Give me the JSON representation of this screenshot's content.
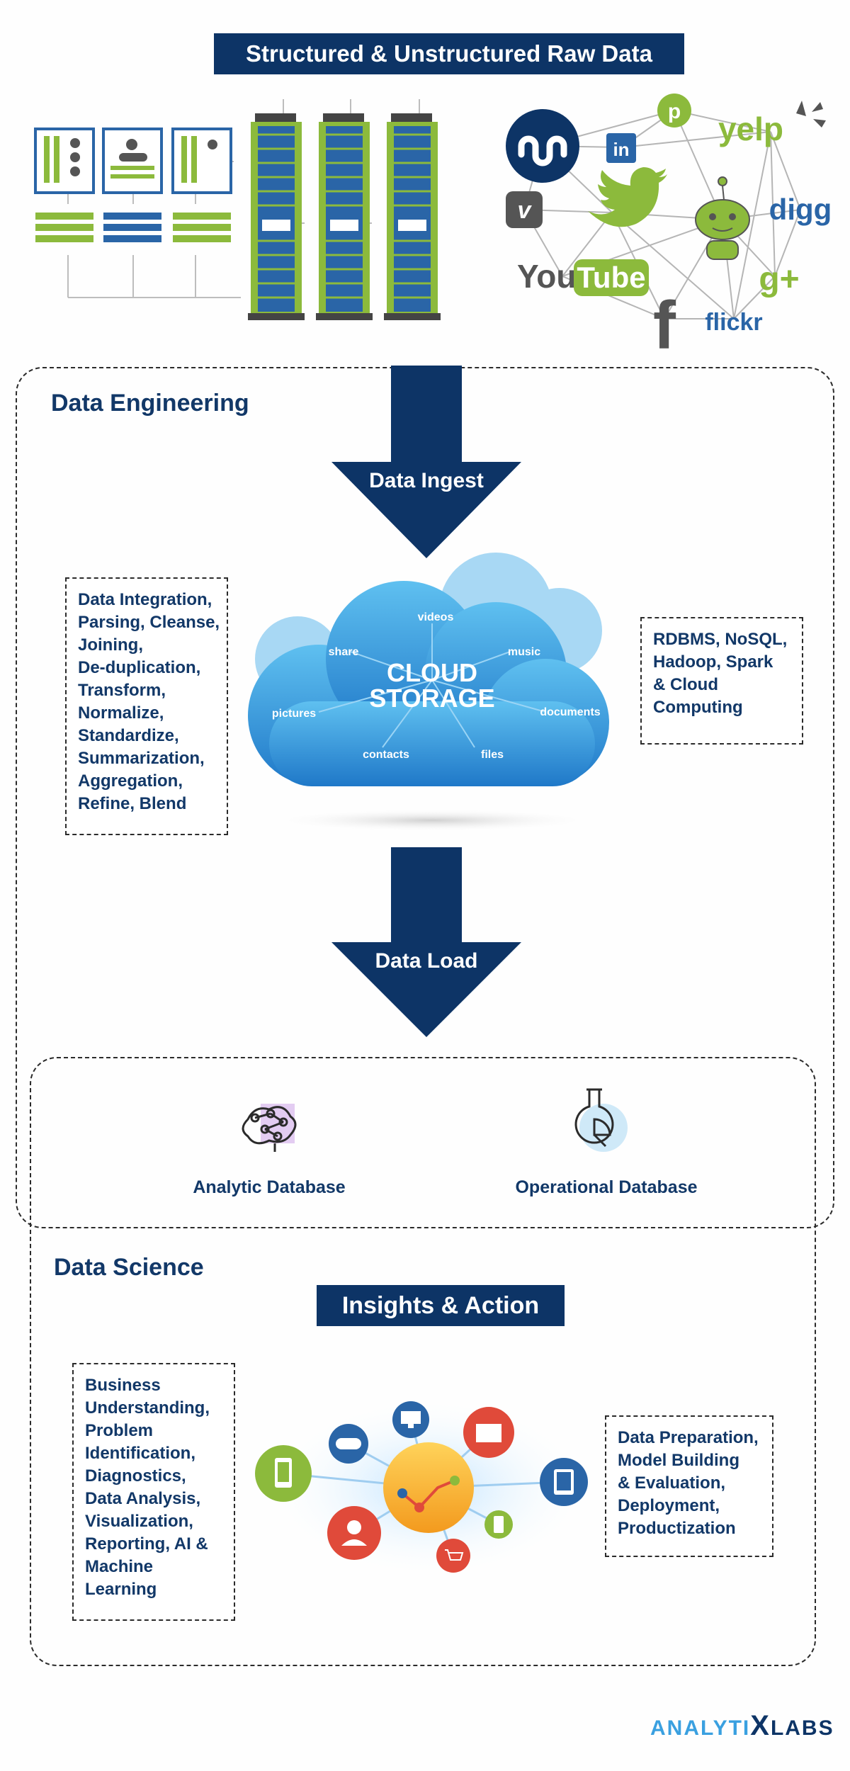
{
  "header": {
    "title": "Structured & Unstructured Raw Data"
  },
  "social_logos": {
    "youtube_you": "You",
    "youtube_tube": "Tube",
    "yelp": "yelp",
    "digg": "digg",
    "flickr": "flickr",
    "gplus": "g+",
    "linkedin": "in",
    "facebook": "f",
    "vimeo": "v"
  },
  "cloud": {
    "title_line1": "CLOUD",
    "title_line2": "STORAGE",
    "labels": [
      "videos",
      "share",
      "music",
      "pictures",
      "documents",
      "contacts",
      "files"
    ]
  },
  "data_engineering": {
    "title": "Data Engineering",
    "ingest_label": "Data Ingest",
    "load_label": "Data Load",
    "left_box": [
      "Data Integration,",
      "Parsing, Cleanse,",
      "Joining,",
      "De-duplication,",
      "Transform,",
      "Normalize,",
      "Standardize,",
      "Summarization,",
      "Aggregation,",
      "Refine, Blend"
    ],
    "right_box": [
      "RDBMS, NoSQL,",
      "Hadoop, Spark",
      "&  Cloud",
      "Computing"
    ]
  },
  "databases": {
    "analytic": "Analytic Database",
    "operational": "Operational Database"
  },
  "data_science": {
    "title": "Data Science",
    "insights_label": "Insights & Action",
    "left_box": [
      "Business",
      "Understanding,",
      "Problem",
      "Identification,",
      "Diagnostics,",
      "Data Analysis,",
      "Visualization,",
      "Reporting, AI &",
      "Machine",
      "Learning"
    ],
    "right_box": [
      "Data Preparation,",
      "Model Building",
      "& Evaluation,",
      "Deployment,",
      "Productization"
    ]
  },
  "brand": {
    "left": "ANALYTI",
    "x": "X",
    "right": "LABS"
  },
  "colors": {
    "navy": "#0d3466",
    "green": "#8cba3c",
    "blue": "#2a65a7",
    "cloud_blue": "#2f8fd6"
  }
}
